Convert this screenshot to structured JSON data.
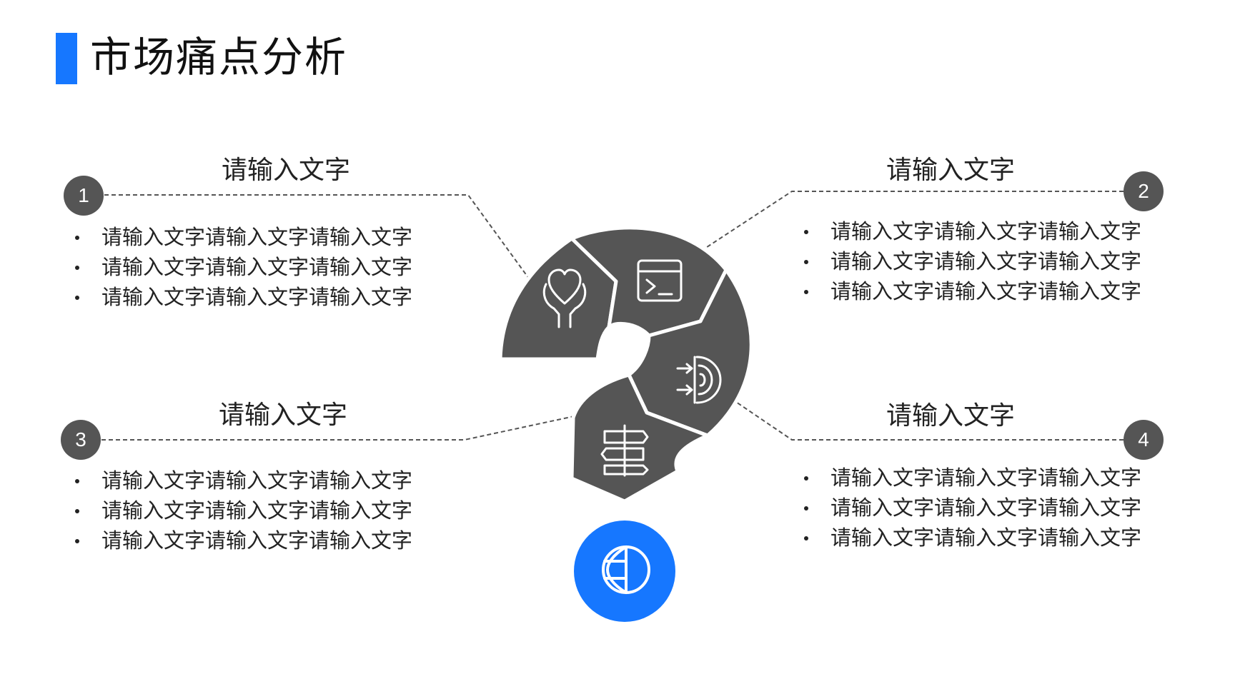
{
  "title": "市场痛点分析",
  "colors": {
    "accent": "#1677ff",
    "segment": "#555555",
    "line": "#555555",
    "icon": "#ffffff"
  },
  "center_icons": [
    "hands-heart-icon",
    "terminal-window-icon",
    "signal-arrows-icon",
    "signpost-icon"
  ],
  "bottom_icon": "globe-icon",
  "points": [
    {
      "number": "1",
      "heading": "请输入文字",
      "bullets": [
        "请输入文字请输入文字请输入文字",
        "请输入文字请输入文字请输入文字",
        "请输入文字请输入文字请输入文字"
      ]
    },
    {
      "number": "2",
      "heading": "请输入文字",
      "bullets": [
        "请输入文字请输入文字请输入文字",
        "请输入文字请输入文字请输入文字",
        "请输入文字请输入文字请输入文字"
      ]
    },
    {
      "number": "3",
      "heading": "请输入文字",
      "bullets": [
        "请输入文字请输入文字请输入文字",
        "请输入文字请输入文字请输入文字",
        "请输入文字请输入文字请输入文字"
      ]
    },
    {
      "number": "4",
      "heading": "请输入文字",
      "bullets": [
        "请输入文字请输入文字请输入文字",
        "请输入文字请输入文字请输入文字",
        "请输入文字请输入文字请输入文字"
      ]
    }
  ]
}
